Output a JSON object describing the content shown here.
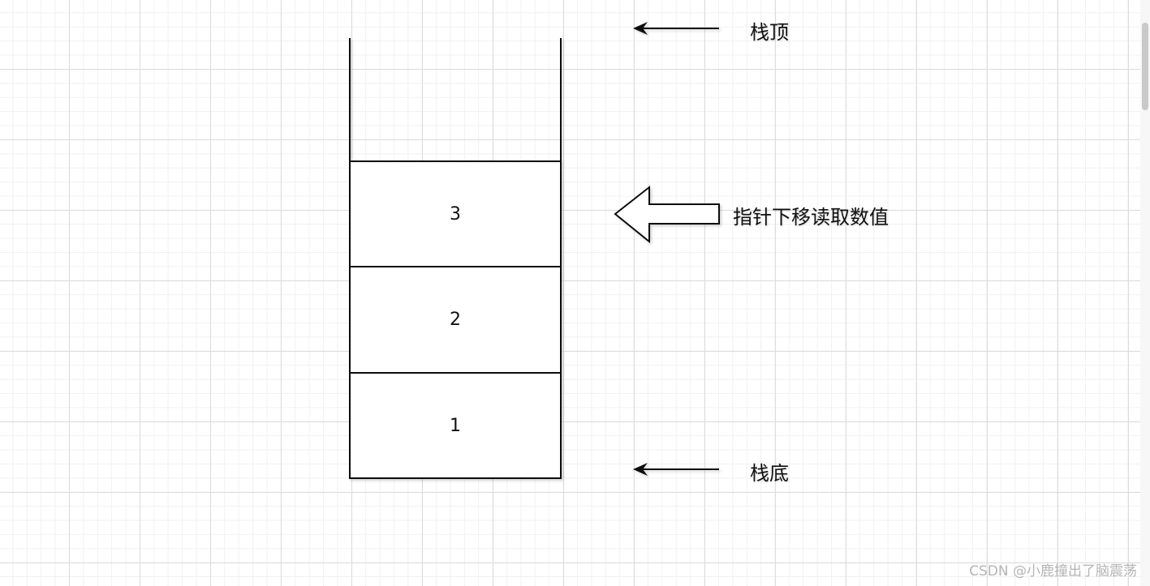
{
  "diagram": {
    "stack_top_label": "栈顶",
    "stack_bottom_label": "栈底",
    "pointer_label": "指针下移读取数值",
    "cells": [
      "3",
      "2",
      "1"
    ]
  },
  "watermark": "CSDN @小鹿撞出了脑震荡"
}
